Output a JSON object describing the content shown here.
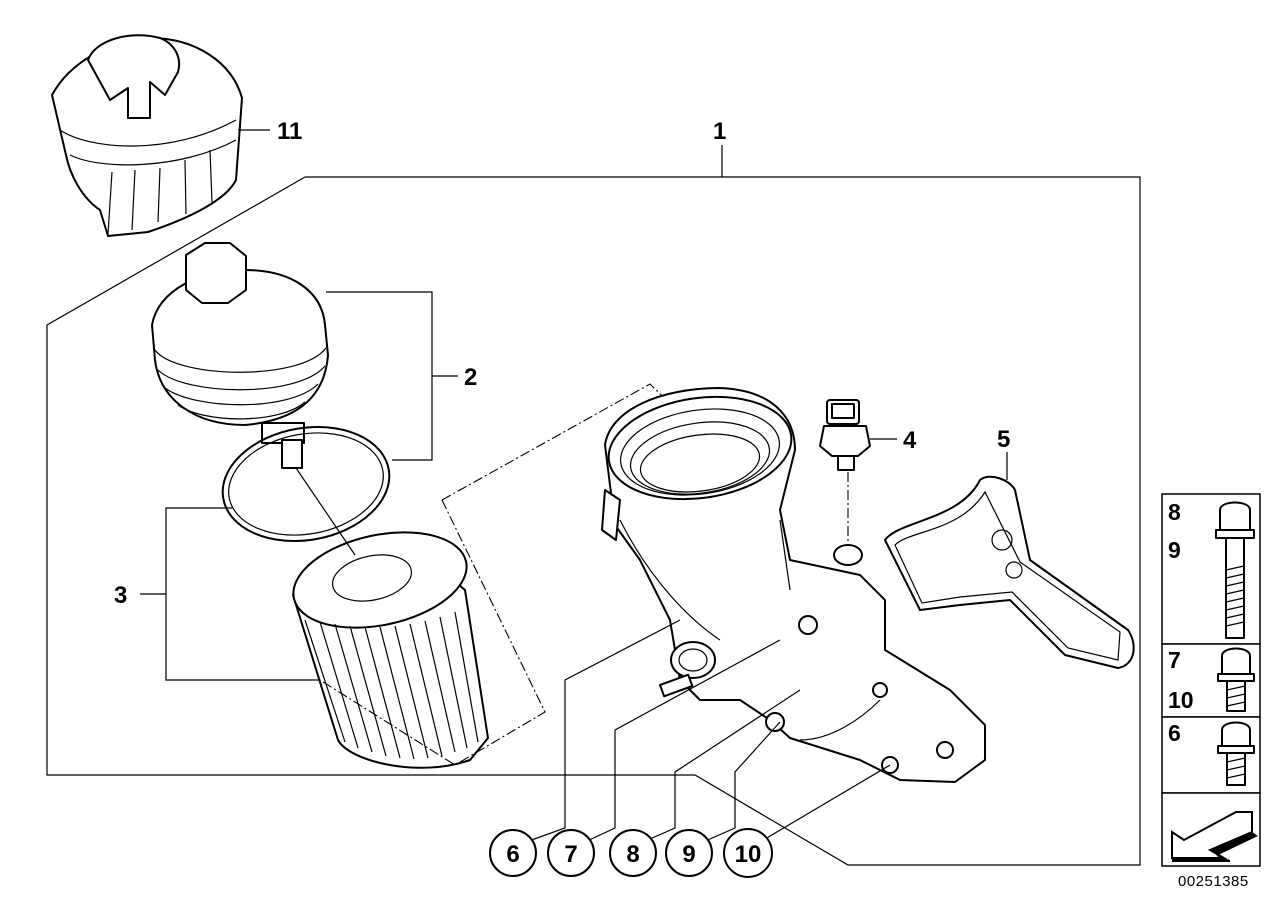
{
  "callouts": {
    "c1": "1",
    "c2": "2",
    "c3": "3",
    "c4": "4",
    "c5": "5",
    "c11": "11"
  },
  "circled_callouts": [
    "6",
    "7",
    "8",
    "9",
    "10"
  ],
  "screw_legend": [
    {
      "labels": [
        "8",
        "9"
      ],
      "screw": "long-bolt"
    },
    {
      "labels": [
        "7",
        "10"
      ],
      "screw": "medium-bolt"
    },
    {
      "labels": [
        "6"
      ],
      "screw": "short-bolt"
    }
  ],
  "document_id": "00251385"
}
